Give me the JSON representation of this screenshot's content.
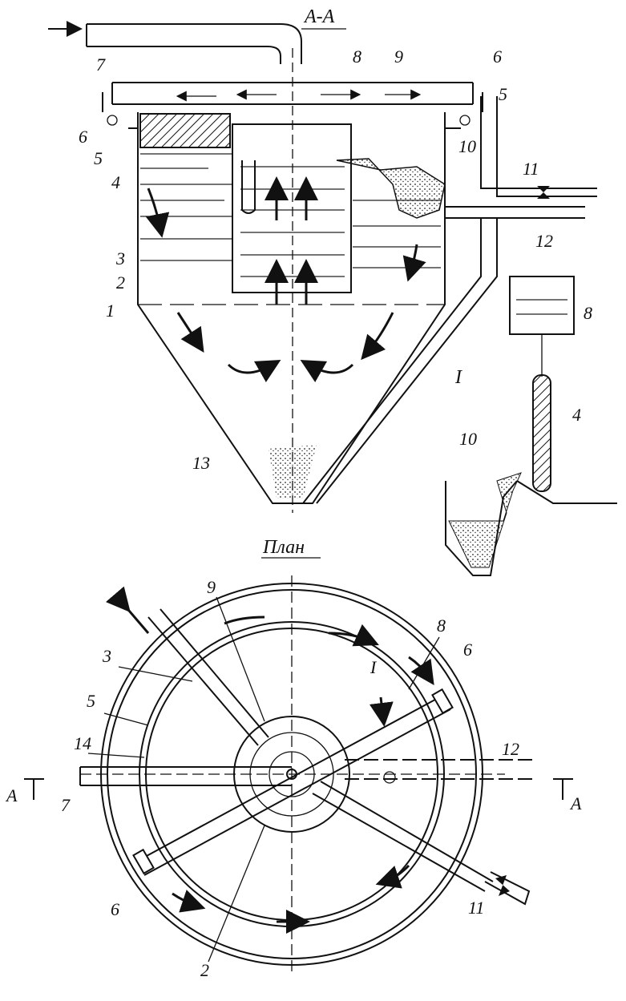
{
  "section_title": "A-A",
  "plan_title": "План",
  "detail_title": "I",
  "section_labels": [
    "7",
    "8",
    "9",
    "6",
    "5",
    "6",
    "5",
    "4",
    "10",
    "11",
    "12",
    "3",
    "2",
    "1",
    "13"
  ],
  "detail_labels": [
    "8",
    "4",
    "10"
  ],
  "plan_labels": [
    "9",
    "8",
    "6",
    "3",
    "5",
    "14",
    "12",
    "7",
    "6",
    "11",
    "2",
    "I"
  ],
  "section_marks": [
    "A",
    "A"
  ],
  "colors": {
    "line": "#111111",
    "background": "#ffffff"
  }
}
